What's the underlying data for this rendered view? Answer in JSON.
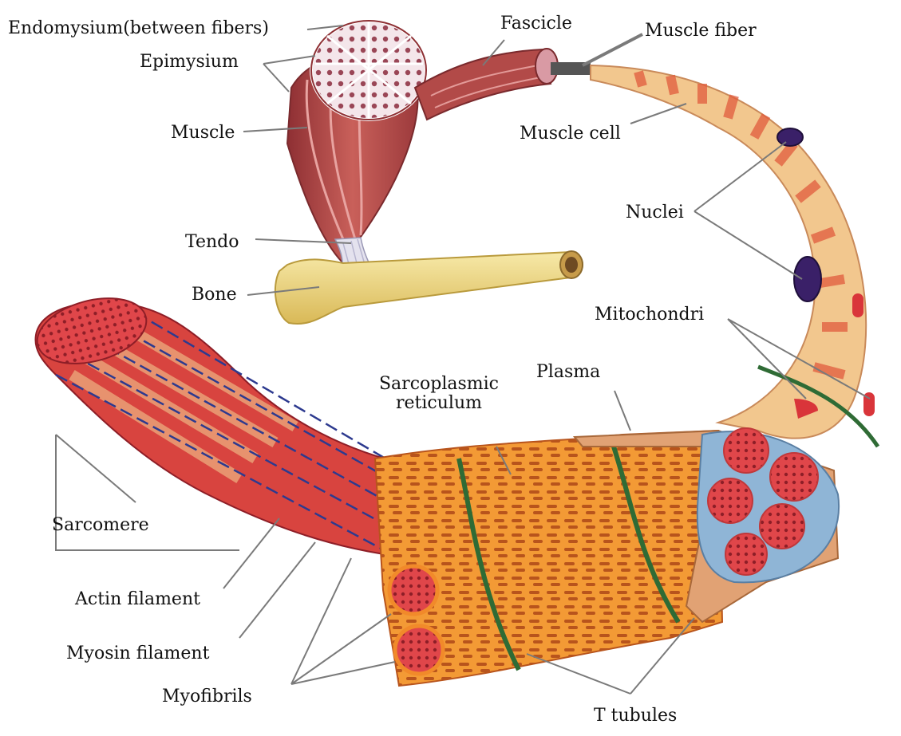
{
  "labels": {
    "endomysium": "Endomysium(between fibers)",
    "epimysium": "Epimysium",
    "fascicle": "Fascicle",
    "muscle_fiber": "Muscle fiber",
    "muscle": "Muscle",
    "muscle_cell": "Muscle cell",
    "nuclei": "Nuclei",
    "tendo": "Tendo",
    "bone": "Bone",
    "mitochondri": "Mitochondri",
    "plasma": "Plasma",
    "sarcoplasmic_line1": "Sarcoplasmic",
    "sarcoplasmic_line2": "reticulum",
    "sarcomere": "Sarcomere",
    "actin": "Actin filament",
    "myosin": "Myosin filament",
    "myofibrils": "Myofibrils",
    "t_tubules": "T tubules"
  },
  "colors": {
    "muscle_red": "#b8413f",
    "fiber_cream": "#f5cf93",
    "fiber_band": "#e9603f",
    "sarcomere_blue": "#2d3a8f",
    "reticulum_orange": "#f18a2a",
    "bone_yellow": "#ecd57a",
    "nucleus_purple": "#3a2068",
    "tubule_green": "#2f6b35",
    "leader_gray": "#7a7a7a"
  }
}
